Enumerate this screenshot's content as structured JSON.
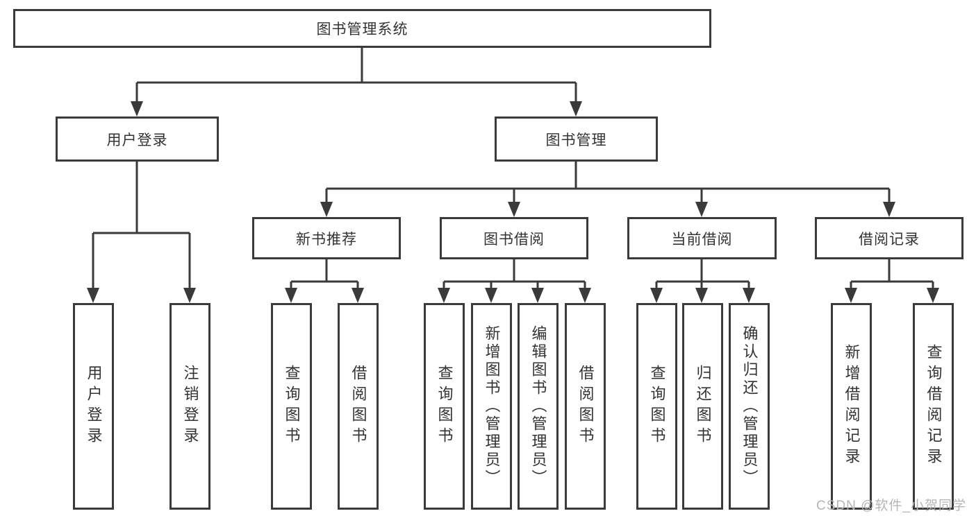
{
  "root": {
    "label": "图书管理系统"
  },
  "level2": {
    "user_login": {
      "label": "用户登录"
    },
    "book_management": {
      "label": "图书管理"
    }
  },
  "level3": {
    "new_book_recommend": {
      "label": "新书推荐"
    },
    "book_borrowing": {
      "label": "图书借阅"
    },
    "current_borrowing": {
      "label": "当前借阅"
    },
    "borrowing_records": {
      "label": "借阅记录"
    }
  },
  "leaves": {
    "user_login": {
      "label": "用户登录"
    },
    "logout": {
      "label": "注销登录"
    },
    "recommend_query_books": {
      "label": "查询图书"
    },
    "recommend_borrow_books": {
      "label": "借阅图书"
    },
    "borrowing_query_books": {
      "label": "查询图书"
    },
    "borrowing_add_books": {
      "label": "新增图书（管理员）"
    },
    "borrowing_edit_books": {
      "label": "编辑图书（管理员）"
    },
    "borrowing_borrow_books": {
      "label": "借阅图书"
    },
    "current_query_books": {
      "label": "查询图书"
    },
    "current_return_books": {
      "label": "归还图书"
    },
    "current_confirm_return": {
      "label": "确认归还（管理员）"
    },
    "records_add_record": {
      "label": "新增借阅记录"
    },
    "records_query_record": {
      "label": "查询借阅记录"
    }
  },
  "watermark": {
    "text": "CSDN @软件_小贺同学"
  },
  "colors": {
    "line": "#3a3a3a",
    "text": "#333333",
    "watermark": "#b5b5b5",
    "background": "#ffffff"
  }
}
